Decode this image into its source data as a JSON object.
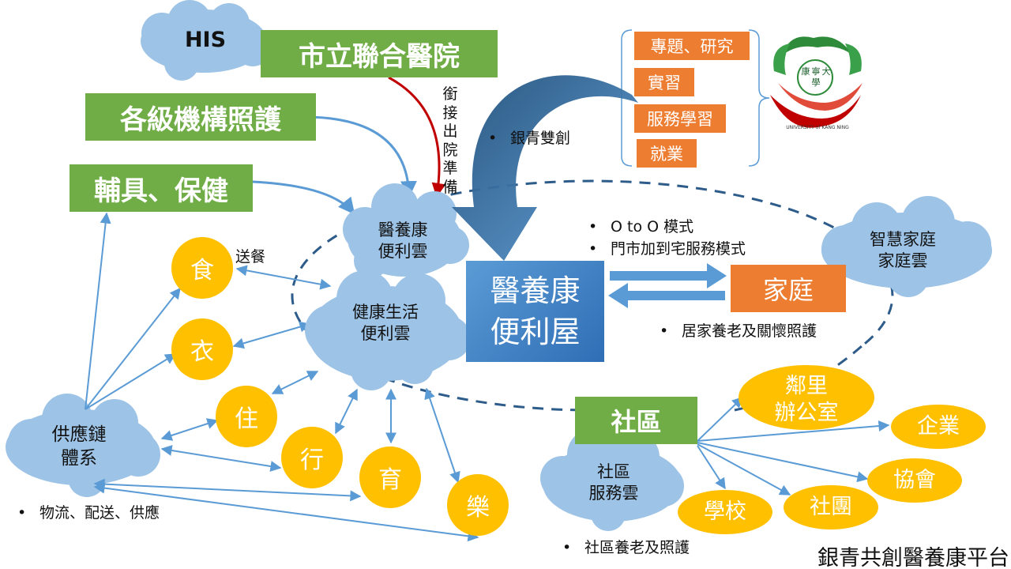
{
  "his_label": "HIS",
  "hospital": "市立聯合醫院",
  "institutions": "各級機構照護",
  "assistive": "輔具、保健",
  "discharge_chars": [
    "銜",
    "接",
    "出",
    "院",
    "準",
    "備"
  ],
  "medical_cloud": [
    "醫養康",
    "便利雲"
  ],
  "health_cloud": [
    "健康生活",
    "便利雲"
  ],
  "store": [
    "醫養康",
    "便利屋"
  ],
  "home": "家庭",
  "smart_cloud": [
    "智慧家庭",
    "家庭雲"
  ],
  "community": "社區",
  "community_cloud": [
    "社區",
    "服務雲"
  ],
  "supply_cloud": [
    "供應鏈",
    "體系"
  ],
  "university_tasks": [
    "專題、研究",
    "實習",
    "服務學習",
    "就業"
  ],
  "logo": {
    "top_text": "康寧大學",
    "ring_text": "UNIVERSITY of KANG NING"
  },
  "life_circles": [
    "食",
    "衣",
    "住",
    "行",
    "育",
    "樂"
  ],
  "meal_label": "送餐",
  "neighborhood": [
    "鄰里",
    "辦公室"
  ],
  "community_partners": [
    "企業",
    "協會",
    "社團",
    "學校"
  ],
  "bullets": {
    "silver": "銀青雙創",
    "oto": "O to O  模式",
    "store_home": "門市加到宅服務模式",
    "home_care": "居家養老及關懷照護",
    "logistics": "物流、配送、供應",
    "community_care": "社區養老及照護"
  },
  "footer_title": "銀青共創醫養康平台",
  "colors": {
    "green": "#70ad47",
    "orange": "#ed7d31",
    "blue": "#4472c4",
    "cloud": "#9dc3e6",
    "yellow": "#ffc000",
    "arrow": "#5b9bd5",
    "red": "#c00000"
  }
}
